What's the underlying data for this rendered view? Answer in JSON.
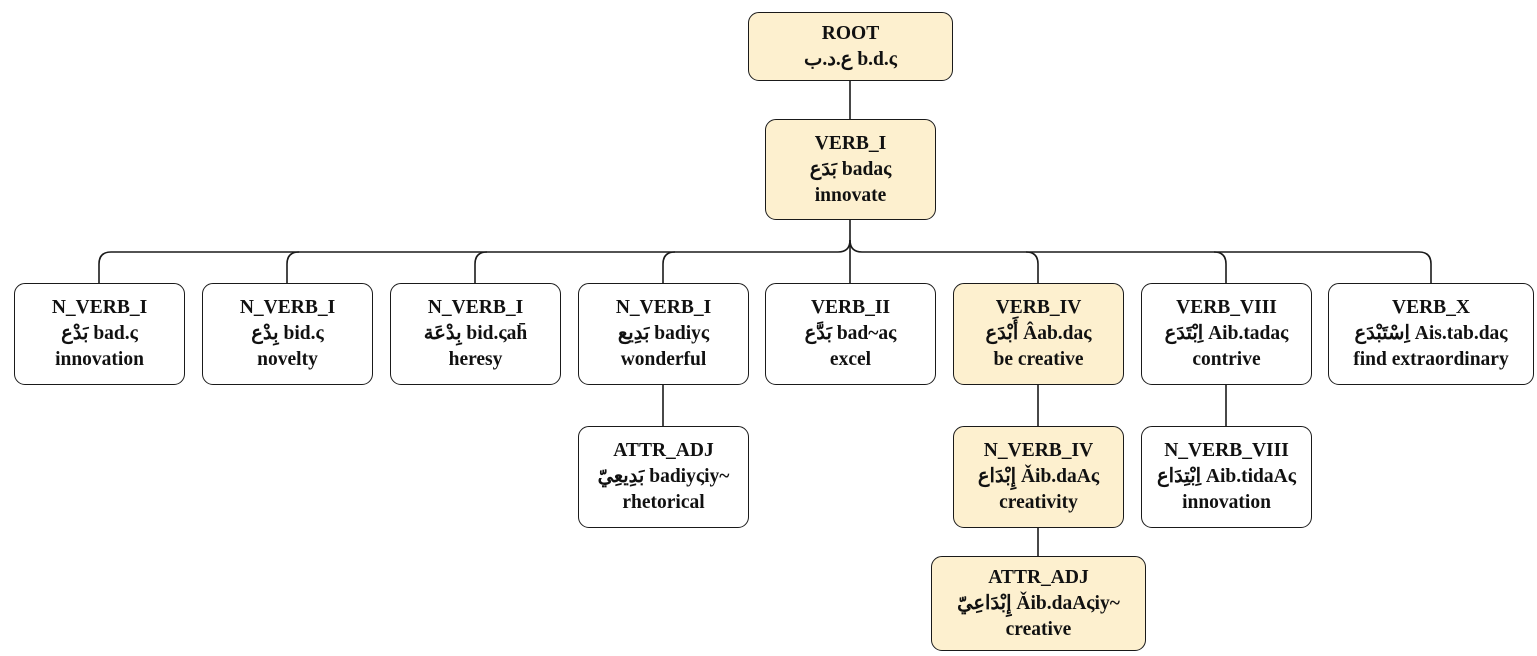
{
  "colors": {
    "highlight": "#fdf0cf",
    "normal": "#ffffff",
    "border": "#1a1a1a"
  },
  "nodes": {
    "root": {
      "title": "ROOT",
      "form": "ع.د.ب b.d.ς",
      "gloss": ""
    },
    "verb_i": {
      "title": "VERB_I",
      "form": "بَدَع badaς",
      "gloss": "innovate"
    },
    "nverb_i_1": {
      "title": "N_VERB_I",
      "form": "بَدْع bad.ς",
      "gloss": "innovation"
    },
    "nverb_i_2": {
      "title": "N_VERB_I",
      "form": "بِدْع bid.ς",
      "gloss": "novelty"
    },
    "nverb_i_3": {
      "title": "N_VERB_I",
      "form": "بِدْعَة bid.ςah̄",
      "gloss": "heresy"
    },
    "nverb_i_4": {
      "title": "N_VERB_I",
      "form": "بَدِيع badiyς",
      "gloss": "wonderful"
    },
    "verb_ii": {
      "title": "VERB_II",
      "form": "بَدَّع bad~aς",
      "gloss": "excel"
    },
    "verb_iv": {
      "title": "VERB_IV",
      "form": "أَبْدَع Âab.daς",
      "gloss": "be creative"
    },
    "verb_viii": {
      "title": "VERB_VIII",
      "form": "اِبْتَدَع Aib.tadaς",
      "gloss": "contrive"
    },
    "verb_x": {
      "title": "VERB_X",
      "form": "اِسْتَبْدَع Ais.tab.daς",
      "gloss": "find extraordinary"
    },
    "attr_adj_1": {
      "title": "ATTR_ADJ",
      "form": "بَدِيعِيّ badiyςiy~",
      "gloss": "rhetorical"
    },
    "nverb_iv": {
      "title": "N_VERB_IV",
      "form": "إِبْدَاع Ǎib.daAς",
      "gloss": "creativity"
    },
    "nverb_viii": {
      "title": "N_VERB_VIII",
      "form": "اِبْتِدَاع Aib.tidaAς",
      "gloss": "innovation"
    },
    "attr_adj_2": {
      "title": "ATTR_ADJ",
      "form": "إِبْدَاعِيّ Ǎib.daAςiy~",
      "gloss": "creative"
    }
  }
}
